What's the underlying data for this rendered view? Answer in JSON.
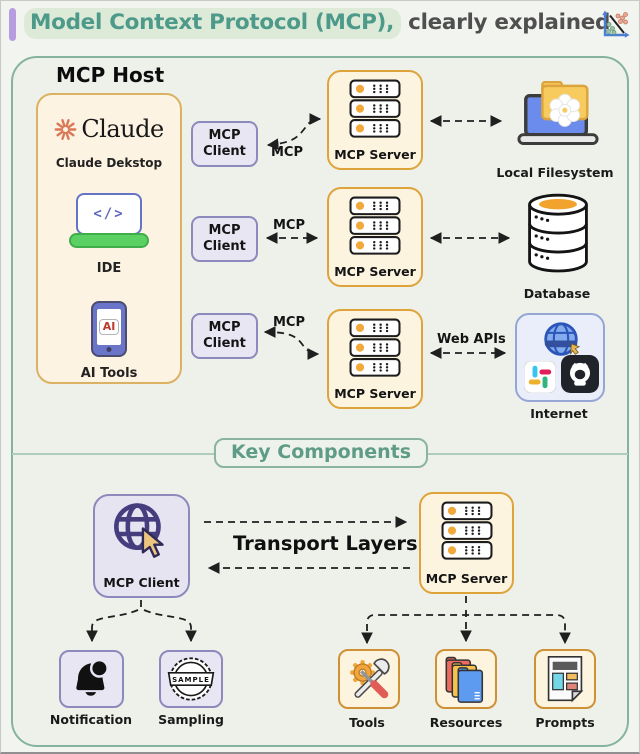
{
  "header": {
    "title_highlight": "Model Context Protocol (MCP),",
    "title_rest": "clearly explained",
    "chart_icon": "scatter-plot-icon"
  },
  "host": {
    "title": "MCP Host",
    "claude_wordmark": "Claude",
    "claude_label": "Claude Dekstop",
    "ide_code": "</>",
    "ide_label": "IDE",
    "ai_badge": "AI",
    "ai_label": "AI Tools"
  },
  "rows": [
    {
      "client_label": "MCP Client",
      "protocol_label": "MCP",
      "server_label": "MCP Server",
      "target_label": "Local Filesystem"
    },
    {
      "client_label": "MCP Client",
      "protocol_label": "MCP",
      "server_label": "MCP Server",
      "target_label": "Database"
    },
    {
      "client_label": "MCP Client",
      "protocol_label": "MCP",
      "server_label": "MCP Server",
      "target_label": "Internet",
      "api_label": "Web APIs"
    }
  ],
  "key_components": {
    "badge": "Key Components",
    "client_label": "MCP Client",
    "server_label": "MCP Server",
    "transport_label": "Transport Layers",
    "sample_badge_text": "SAMPLE",
    "client_children": [
      {
        "label": "Notification"
      },
      {
        "label": "Sampling"
      }
    ],
    "server_children": [
      {
        "label": "Tools"
      },
      {
        "label": "Resources"
      },
      {
        "label": "Prompts"
      }
    ]
  },
  "colors": {
    "highlight_green": "#dcead7",
    "title_teal": "#4e9a8a",
    "accent_purple": "#b79ce0",
    "frame_border": "#86b2a0",
    "orange_border": "#dfa33c",
    "purple_border": "#8d89bd",
    "cream_fill": "#fcf3e2",
    "lavender_fill": "#e9e6f4",
    "server_dot_orange": "#f2a93b"
  }
}
